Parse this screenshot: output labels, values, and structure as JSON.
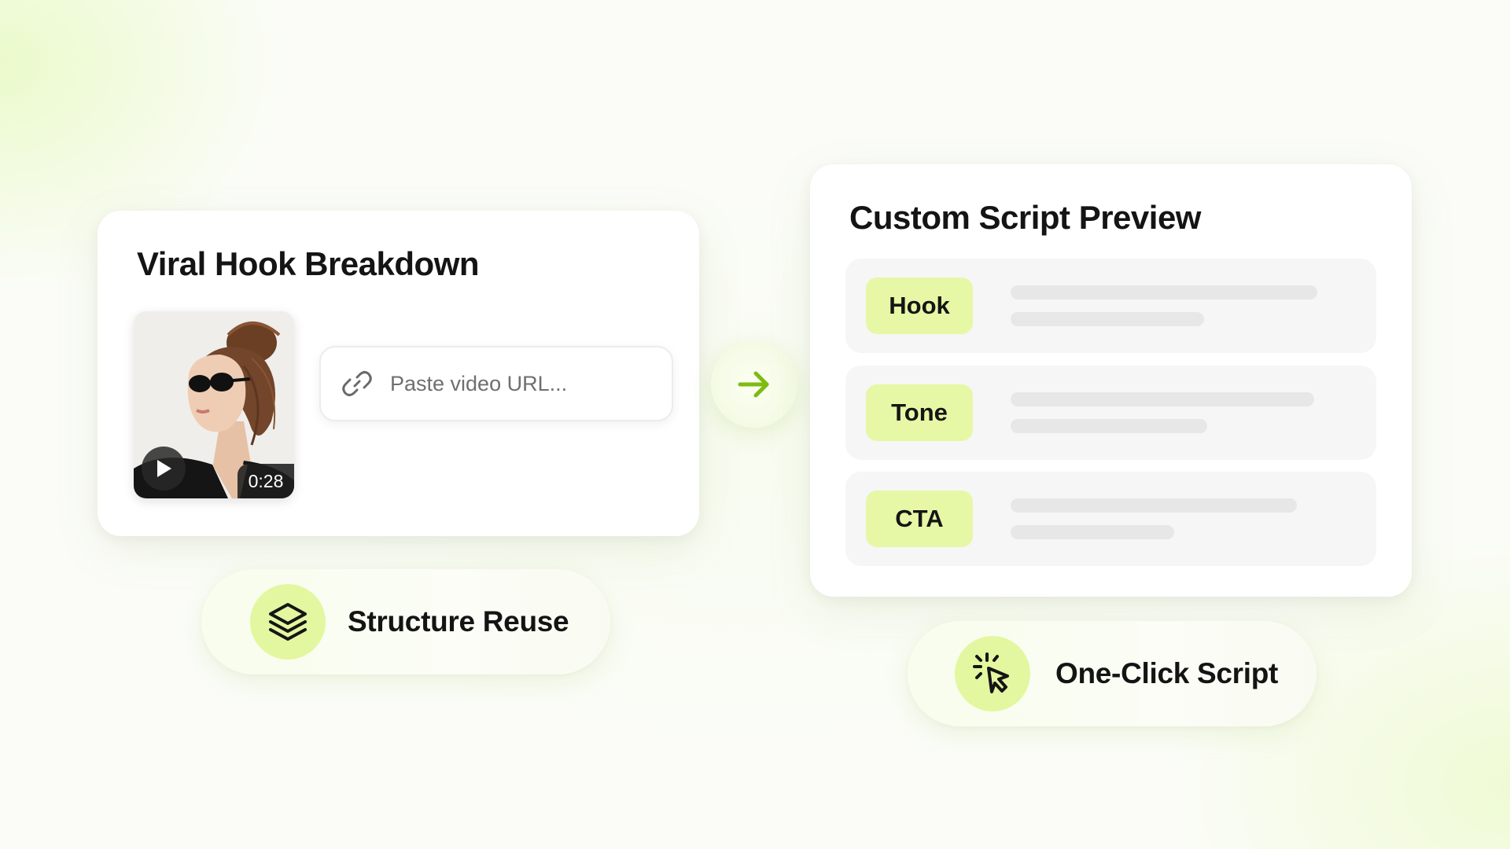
{
  "left_card": {
    "title": "Viral Hook Breakdown",
    "video": {
      "duration": "0:28"
    },
    "url_input": {
      "value": "",
      "placeholder": "Paste video URL..."
    }
  },
  "right_card": {
    "title": "Custom Script Preview",
    "rows": [
      {
        "label": "Hook"
      },
      {
        "label": "Tone"
      },
      {
        "label": "CTA"
      }
    ]
  },
  "pills": {
    "structure_reuse": {
      "label": "Structure Reuse",
      "icon": "layers-icon"
    },
    "one_click": {
      "label": "One-Click Script",
      "icon": "cursor-click-icon"
    }
  },
  "colors": {
    "accent": "#7dbb12",
    "tag_bg": "#e6f8a6",
    "icon_bg": "#e3f7a0",
    "skeleton": "#e7e7e7"
  }
}
